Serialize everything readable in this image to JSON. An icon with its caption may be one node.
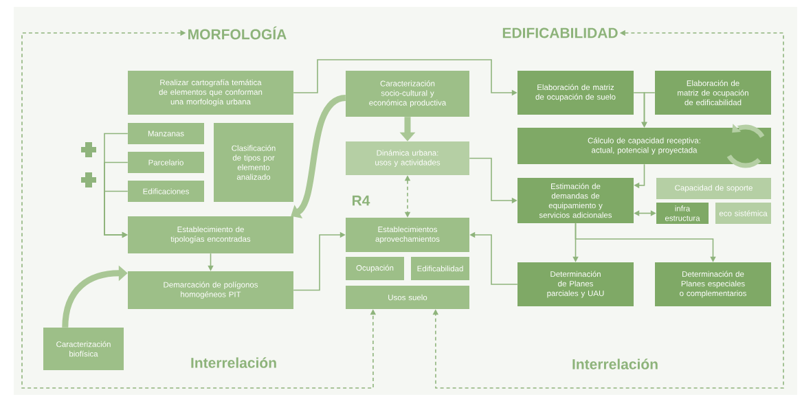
{
  "diagram": {
    "nodes": [
      {
        "text": [
          "MORFOLOGÍA"
        ]
      },
      {
        "text": [
          "EDIFICABILIDAD"
        ]
      },
      {
        "text": [
          "Realizar cartografía temática de elementos que conforman una morfología urbana"
        ]
      },
      {
        "text": [
          "Manzanas"
        ]
      },
      {
        "text": [
          "Parcelario"
        ]
      },
      {
        "text": [
          "Edificaciones"
        ]
      },
      {
        "text": [
          "Clasificación de tipos por elemento analizado"
        ]
      },
      {
        "text": [
          "Establecimiento de tipologías encontradas"
        ]
      },
      {
        "text": [
          "Demarcación de polígonos homogéneos PIT"
        ]
      },
      {
        "text": [
          "Caracterización biofísica"
        ]
      },
      {
        "text": [
          "Caracterización socio-cultural y económica productiva"
        ]
      },
      {
        "text": [
          "Dinámica urbana: usos y actividades"
        ]
      },
      {
        "text": [
          "Establecimientos aprovechamientos"
        ]
      },
      {
        "text": [
          "Ocupación"
        ]
      },
      {
        "text": [
          "Edificabilidad"
        ]
      },
      {
        "text": [
          "Usos suelo"
        ]
      },
      {
        "text": [
          "Elaboración de matriz de ocupación de suelo"
        ]
      },
      {
        "text": [
          "Elaboración de matriz de ocupación de edificabilidad"
        ]
      },
      {
        "text": [
          "Cálculo de capacidad receptiva: actual, potencial y proyectada"
        ]
      },
      {
        "text": [
          "Estimación de demandas de equipamiento y servicios adicionales"
        ]
      },
      {
        "text": [
          "Capacidad de soporte"
        ]
      },
      {
        "text": [
          "infra estructura"
        ]
      },
      {
        "text": [
          "eco sistémica"
        ]
      },
      {
        "text": [
          "Determinación de Planes parciales y UAU"
        ]
      },
      {
        "text": [
          "Determinación de Planes especiales o complementarios"
        ]
      }
    ],
    "edges": [
      {
        "from": 0,
        "to": 15,
        "arrow": "both",
        "style": "dashed"
      },
      {
        "from": 1,
        "to": 15,
        "arrow": "both",
        "style": "dashed"
      },
      {
        "from": 11,
        "to": 12,
        "arrow": "both",
        "style": "dashed"
      },
      {
        "from": 2,
        "to": 16,
        "arrow": "to"
      },
      {
        "from": 3,
        "to": 7,
        "arrow": "to"
      },
      {
        "from": 4,
        "to": 7,
        "arrow": "to"
      },
      {
        "from": 5,
        "to": 7,
        "arrow": "to"
      },
      {
        "from": 7,
        "to": 8,
        "arrow": "to"
      },
      {
        "from": 8,
        "to": 12,
        "arrow": "to"
      },
      {
        "from": 9,
        "to": 8,
        "arrow": "to",
        "style": "thick",
        "color": "#a9c795"
      },
      {
        "from": 10,
        "to": 7,
        "arrow": "to",
        "style": "thick",
        "color": "#a9c795"
      },
      {
        "from": 10,
        "to": 11,
        "arrow": "to",
        "style": "thick",
        "color": "#a9c795"
      },
      {
        "from": 11,
        "to": 19,
        "arrow": "to"
      },
      {
        "from": 16,
        "to": 18,
        "arrow": "to"
      },
      {
        "from": 17,
        "to": 18,
        "arrow": "to"
      },
      {
        "from": 18,
        "to": 19,
        "arrow": "to"
      },
      {
        "from": 19,
        "to": 21,
        "arrow": "both"
      },
      {
        "from": 19,
        "to": 23,
        "arrow": "to"
      },
      {
        "from": 19,
        "to": 24,
        "arrow": "to"
      },
      {
        "from": 23,
        "to": 12,
        "arrow": "to"
      }
    ],
    "labels": [
      "R4",
      "Interrelación",
      "Interrelación"
    ]
  }
}
